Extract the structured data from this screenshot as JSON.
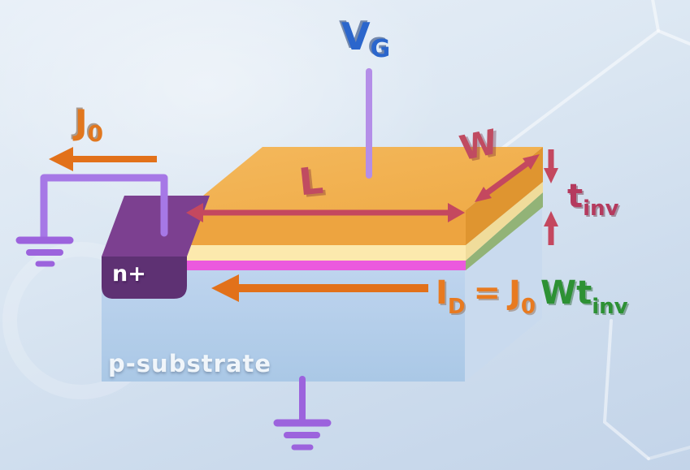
{
  "diagram": {
    "title": "MOSFET drain-current geometry diagram",
    "labels": {
      "gate_voltage": {
        "base": "V",
        "sub": "G"
      },
      "current_density": {
        "base": "J",
        "sub": "0"
      },
      "channel_length": "L",
      "channel_width": "W",
      "inversion_thickness": {
        "base": "t",
        "sub": "inv"
      },
      "source_region": "n+",
      "substrate": "p-substrate"
    },
    "equation": {
      "lhs_base": "I",
      "lhs_sub": "D",
      "equals": "=",
      "j_base": "J",
      "j_sub": "0",
      "w": "W",
      "t_base": "t",
      "t_sub": "inv"
    },
    "colors": {
      "gate_top_orange": "#f2b252",
      "gate_front_orange": "#eda440",
      "gate_side_orange": "#df9530",
      "oxide_cream": "#fce9ad",
      "channel_magenta": "#eb59de",
      "inversion_green": "#92b377",
      "substrate_front_blue": "#b2cce8",
      "substrate_side_blue": "#c9daee",
      "n_plus_front_purple": "#5e3173",
      "n_plus_top_purple": "#7c4090",
      "wire_purple": "#a678e6",
      "label_blue": "#2b66cc",
      "label_orange": "#e1771e",
      "dimension_crimson": "#c4485f",
      "equation_green": "#2d9134",
      "background_blue": "#d8e4f1"
    }
  }
}
